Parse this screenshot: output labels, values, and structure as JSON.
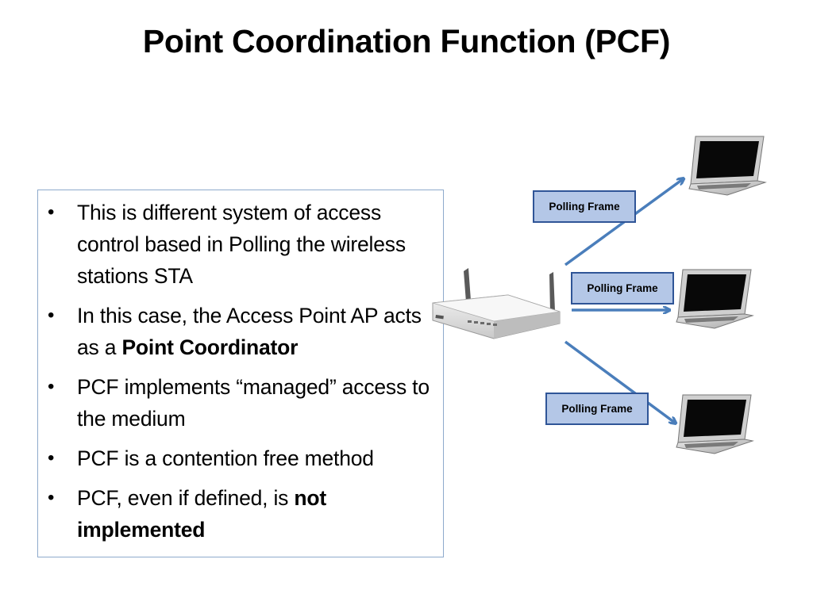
{
  "title": "Point Coordination Function (PCF)",
  "bullets": [
    {
      "dot": "•",
      "text": "This is different system of access control based in Polling the wireless stations STA",
      "bold": ""
    },
    {
      "dot": "•",
      "text": "In this case, the Access Point AP acts as a ",
      "bold": "Point Coordinator"
    },
    {
      "dot": "•",
      "text": "PCF implements “managed” access to the medium",
      "bold": ""
    },
    {
      "dot": "•",
      "text": "PCF is a contention free method",
      "bold": ""
    },
    {
      "dot": "•",
      "text": "PCF, even if defined, is ",
      "bold": "not implemented"
    }
  ],
  "diagram": {
    "frames": [
      {
        "label": "Polling Frame"
      },
      {
        "label": "Polling Frame"
      },
      {
        "label": "Polling Frame"
      }
    ],
    "colors": {
      "arrow": "#4a7ebb",
      "frame_fill": "#b4c7e7",
      "frame_border": "#2f5597",
      "box_border": "#8eaacc"
    },
    "icons": [
      "wireless-router-icon",
      "laptop-icon",
      "laptop-icon",
      "laptop-icon"
    ]
  }
}
